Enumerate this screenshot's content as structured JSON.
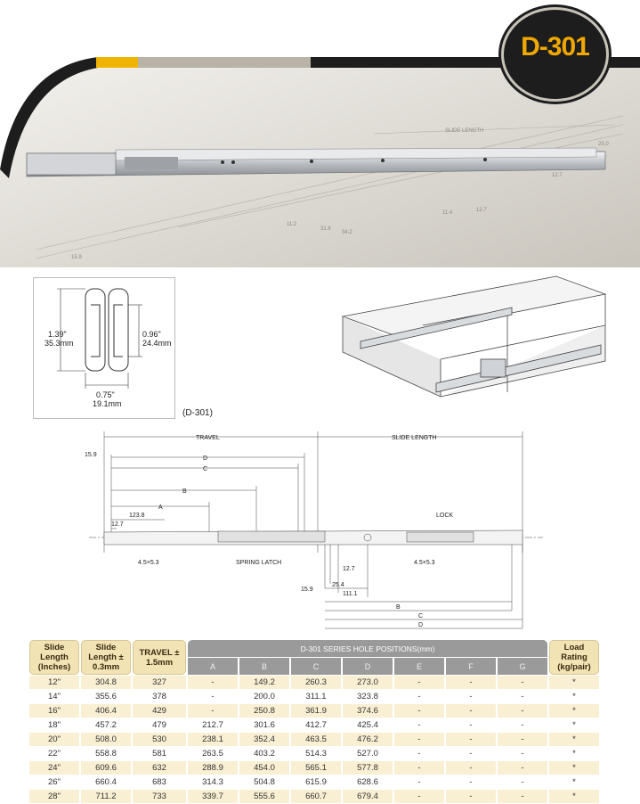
{
  "badge": {
    "model": "D-301"
  },
  "hero_drawing": {
    "slide_length_label": "SLIDE LENGTH",
    "dims": [
      "25.0",
      "12.7",
      "11.4",
      "12.7",
      "11.2",
      "31.6",
      "34.2",
      "15.9"
    ]
  },
  "profile": {
    "height_in": "1.39\"",
    "height_mm": "35.3mm",
    "inner_in": "0.96\"",
    "inner_mm": "24.4mm",
    "width_in": "0.75\"",
    "width_mm": "19.1mm"
  },
  "model_caption": "(D-301)",
  "drawing": {
    "travel": "TRAVEL",
    "slide_length": "SLIDE LENGTH",
    "d": "D",
    "c": "C",
    "b": "B",
    "a": "A",
    "d15_9": "15.9",
    "d123_8": "123.8",
    "d12_7": "12.7",
    "lock": "LOCK",
    "spring_latch": "SPRING LATCH",
    "hole_left": "4.5×5.3",
    "hole_right": "4.5×5.3",
    "r12_7": "12.7",
    "r15_9": "15.9",
    "r25_4": "25.4",
    "r111_1": "111.1",
    "rb": "B",
    "rc": "C",
    "rd": "D"
  },
  "table": {
    "h_length_in": "Slide Length (Inches)",
    "h_length_mm": "Slide Length ± 0.3mm",
    "h_travel": "TRAVEL ± 1.5mm",
    "h_group": "D-301 SERIES HOLE POSITIONS(mm)",
    "h_load": "Load Rating (kg/pair)",
    "subs": [
      "A",
      "B",
      "C",
      "D",
      "E",
      "F",
      "G"
    ],
    "rows": [
      [
        "12\"",
        "304.8",
        "327",
        "-",
        "149.2",
        "260.3",
        "273.0",
        "-",
        "-",
        "-",
        "*"
      ],
      [
        "14\"",
        "355.6",
        "378",
        "-",
        "200.0",
        "311.1",
        "323.8",
        "-",
        "-",
        "-",
        "*"
      ],
      [
        "16\"",
        "406.4",
        "429",
        "-",
        "250.8",
        "361.9",
        "374.6",
        "-",
        "-",
        "-",
        "*"
      ],
      [
        "18\"",
        "457.2",
        "479",
        "212.7",
        "301.6",
        "412.7",
        "425.4",
        "-",
        "-",
        "-",
        "*"
      ],
      [
        "20\"",
        "508.0",
        "530",
        "238.1",
        "352.4",
        "463.5",
        "476.2",
        "-",
        "-",
        "-",
        "*"
      ],
      [
        "22\"",
        "558.8",
        "581",
        "263.5",
        "403.2",
        "514.3",
        "527.0",
        "-",
        "-",
        "-",
        "*"
      ],
      [
        "24\"",
        "609.6",
        "632",
        "288.9",
        "454.0",
        "565.1",
        "577.8",
        "-",
        "-",
        "-",
        "*"
      ],
      [
        "26\"",
        "660.4",
        "683",
        "314.3",
        "504.8",
        "615.9",
        "628.6",
        "-",
        "-",
        "-",
        "*"
      ],
      [
        "28\"",
        "711.2",
        "733",
        "339.7",
        "555.6",
        "660.7",
        "679.4",
        "-",
        "-",
        "-",
        "*"
      ]
    ]
  }
}
